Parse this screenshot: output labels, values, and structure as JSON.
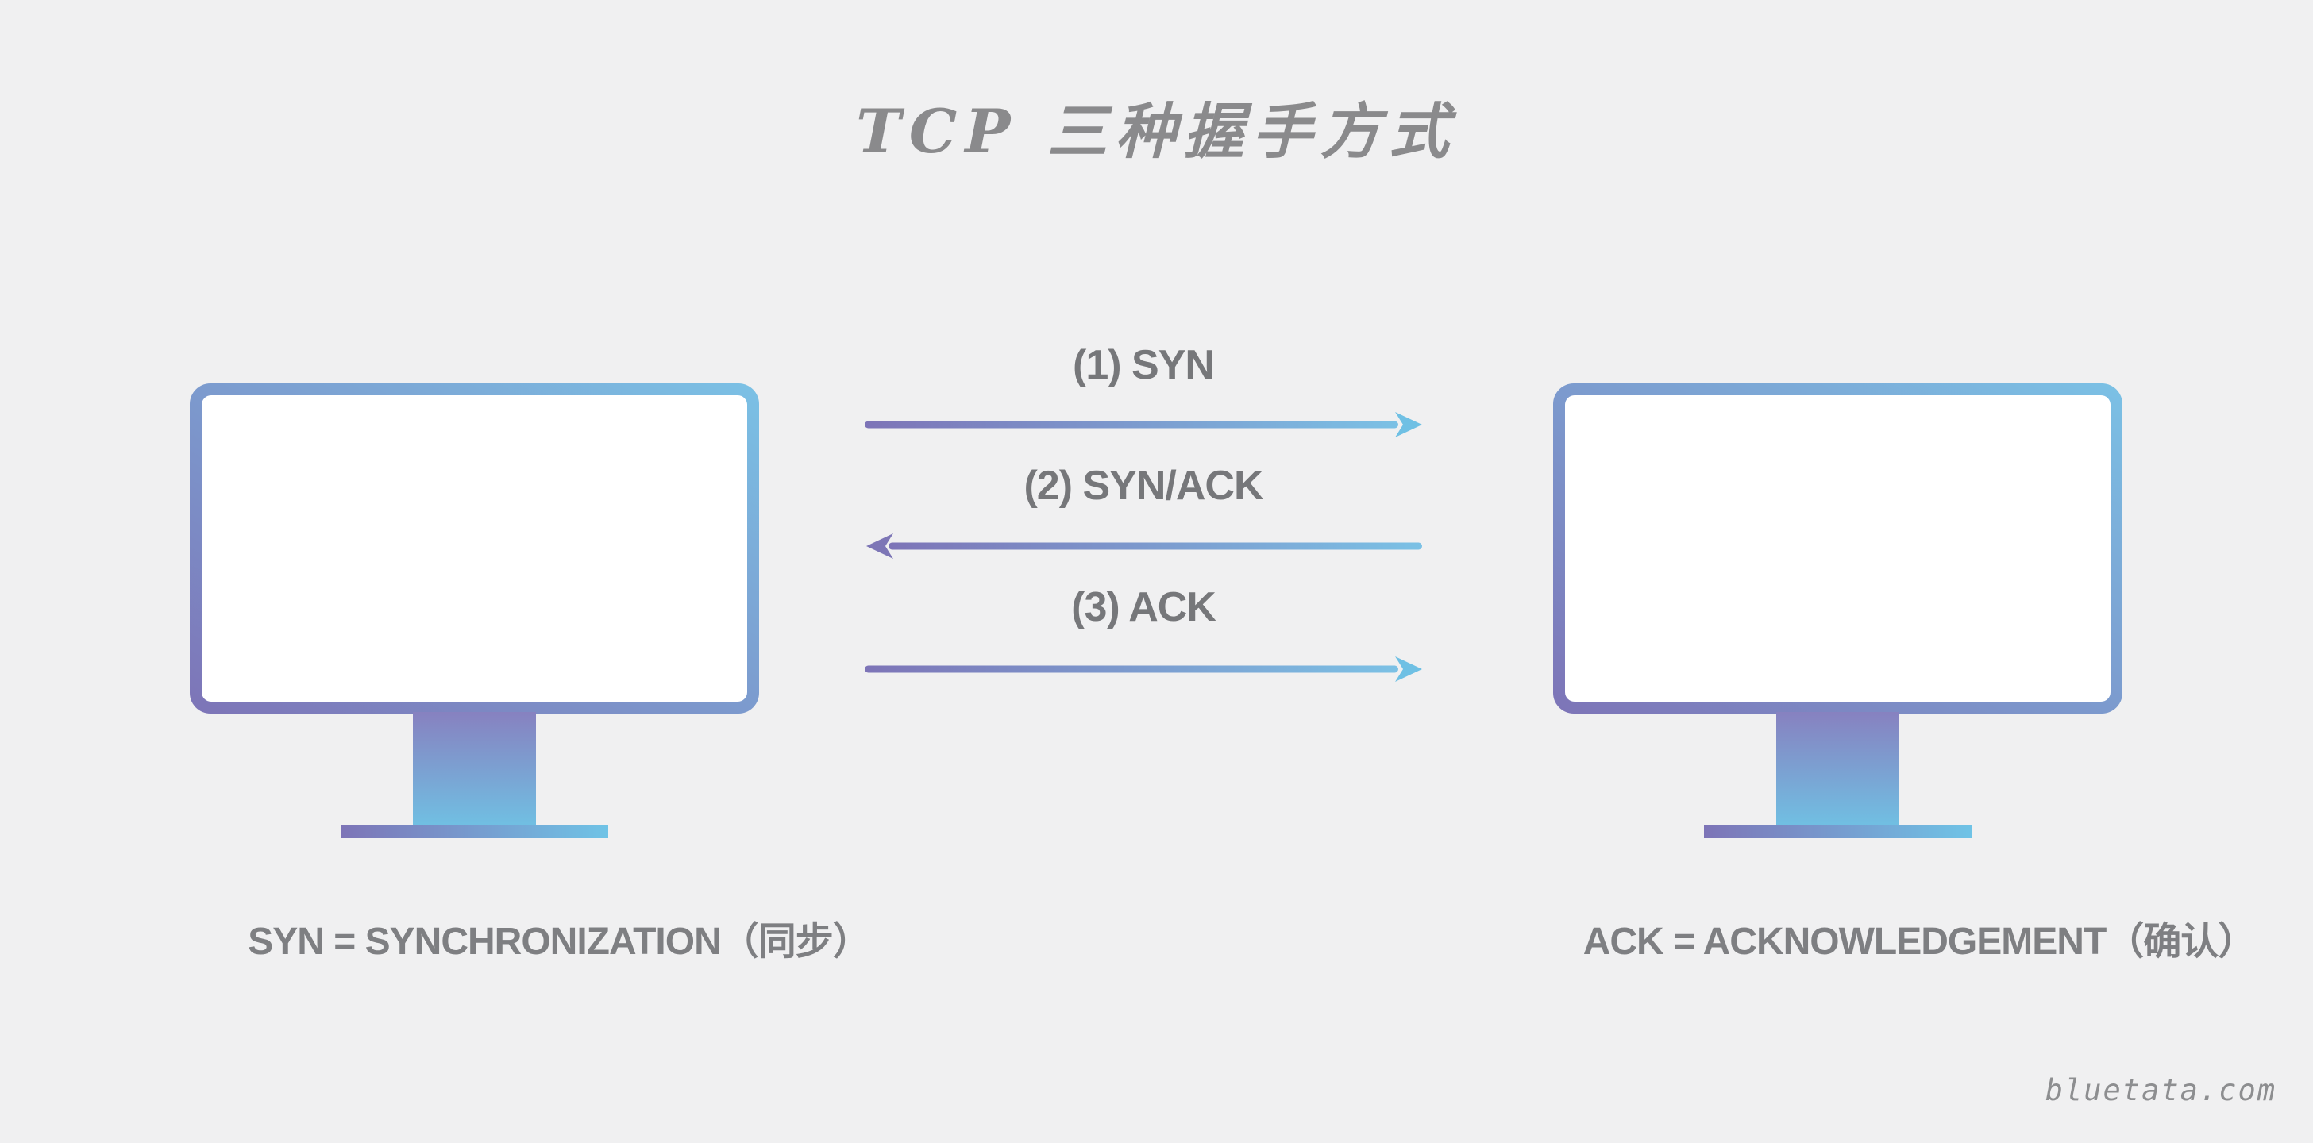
{
  "title": "TCP 三种握手方式",
  "handshake": {
    "steps": [
      {
        "label": "(1) SYN",
        "direction": "left-to-right"
      },
      {
        "label": "(2) SYN/ACK",
        "direction": "right-to-left"
      },
      {
        "label": "(3) ACK",
        "direction": "left-to-right"
      }
    ]
  },
  "legend": {
    "syn": "SYN = SYNCHRONIZATION（同步）",
    "ack": "ACK = ACKNOWLEDGEMENT（确认）"
  },
  "watermark": "bluetata.com",
  "colors": {
    "background": "#f0f0f1",
    "grad_purple": "#7d74b7",
    "grad_blue": "#7bc1e5",
    "stand_purple": "#8781c0",
    "stand_blue": "#70c0e3",
    "base_blue": "#6fc3e6",
    "label_gray": "#76777a",
    "legend_gray": "#7e7f82",
    "title_gray": "#8a8a8c",
    "watermark_gray": "#8d8e90"
  }
}
